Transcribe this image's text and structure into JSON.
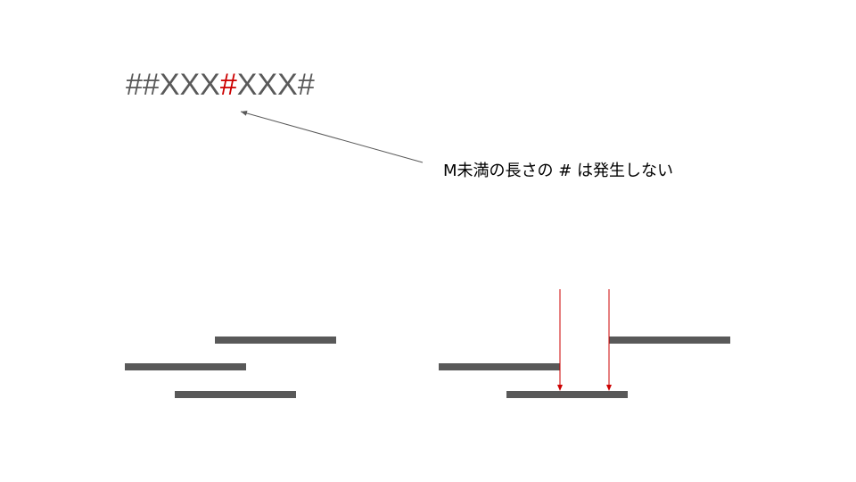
{
  "pattern": {
    "before": "##XXX",
    "highlight": "#",
    "after": "XXX#",
    "text_color": "#595959",
    "highlight_color": "#cc0000"
  },
  "note": {
    "text": "M未満の長さの # は発生しない"
  },
  "colors": {
    "segment": "#595959",
    "pointer_arrow": "#595959",
    "drop_arrow": "#cc0000"
  }
}
